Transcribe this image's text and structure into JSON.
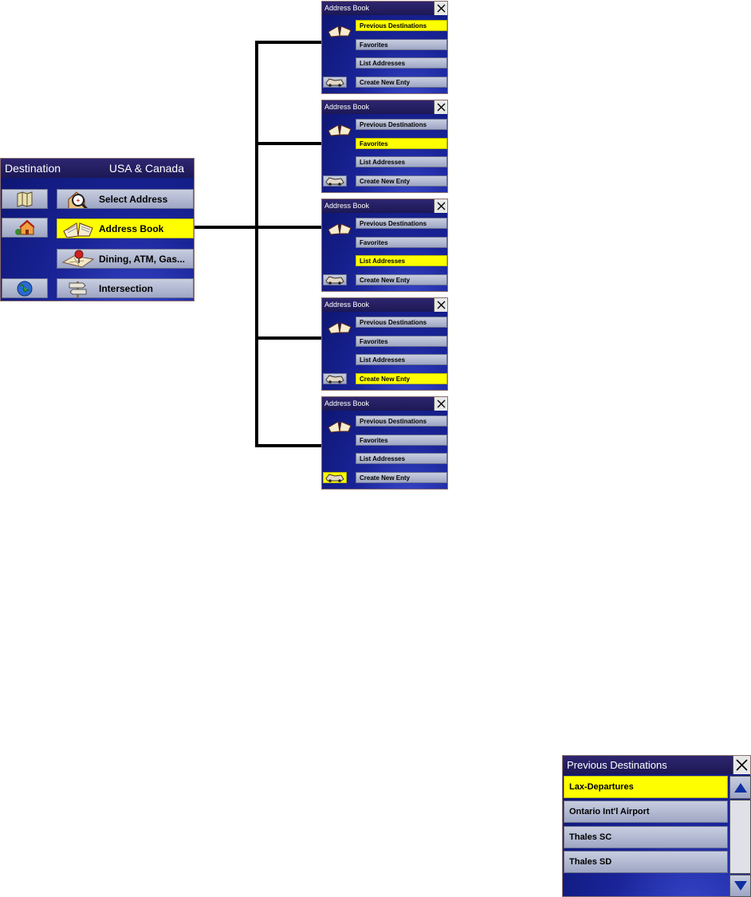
{
  "destination": {
    "title": "Destination",
    "region": "USA & Canada",
    "buttons": [
      "Select Address",
      "Address Book",
      "Dining, ATM, Gas...",
      "Intersection"
    ],
    "selected": "Address Book",
    "icons": [
      "map-icon",
      "house-icon",
      "globe-icon",
      "magnifier-house-icon",
      "open-book-icon",
      "map-pin-icon",
      "signpost-icon"
    ]
  },
  "address_book": {
    "title": "Address Book",
    "buttons": [
      "Previous Destinations",
      "Favorites",
      "List Addresses",
      "Create New Enty"
    ],
    "icons": [
      "open-book-icon",
      "car-icon"
    ],
    "panels": [
      {
        "highlight": "Previous Destinations"
      },
      {
        "highlight": "Favorites"
      },
      {
        "highlight": "List Addresses"
      },
      {
        "highlight": "Create New Enty"
      },
      {
        "highlight": "car-icon"
      }
    ]
  },
  "previous_destinations": {
    "title": "Previous Destinations",
    "items": [
      "Lax-Departures",
      "Ontario Int'l Airport",
      "Thales SC",
      "Thales SD"
    ],
    "selected": "Lax-Departures"
  },
  "colors": {
    "highlight": "#fefe00",
    "panel_blue": "#14208c",
    "titlebar": "#1c1855",
    "button_gray": "#b4bad4"
  }
}
